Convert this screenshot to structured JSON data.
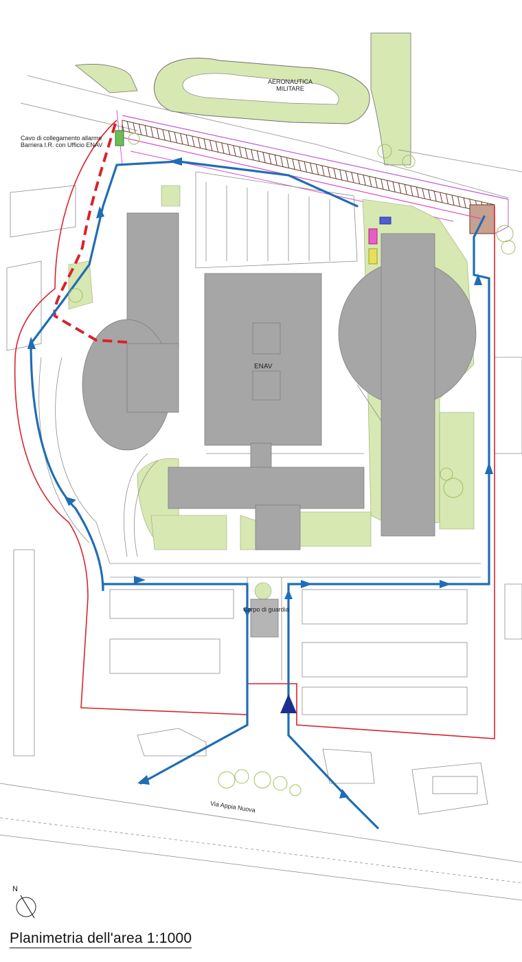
{
  "plan": {
    "labels": {
      "military": "AERONAUTICA\nMILITARE",
      "alarm_cable": "Cavo di collegamento allarme\nBarriera I.R. con Ufficio ENAV",
      "enav": "ENAV",
      "guard": "Corpo di guardia",
      "road": "Via Appia Nuova"
    },
    "north": "N",
    "title": "Planimetria dell'area 1:1000"
  },
  "colors": {
    "boundary": "#d8232a",
    "route": "#1f6db5",
    "building": "#a0a0a0",
    "green": "#d7e8b3",
    "fence": "#b0553f",
    "line": "#7a7a7a"
  }
}
